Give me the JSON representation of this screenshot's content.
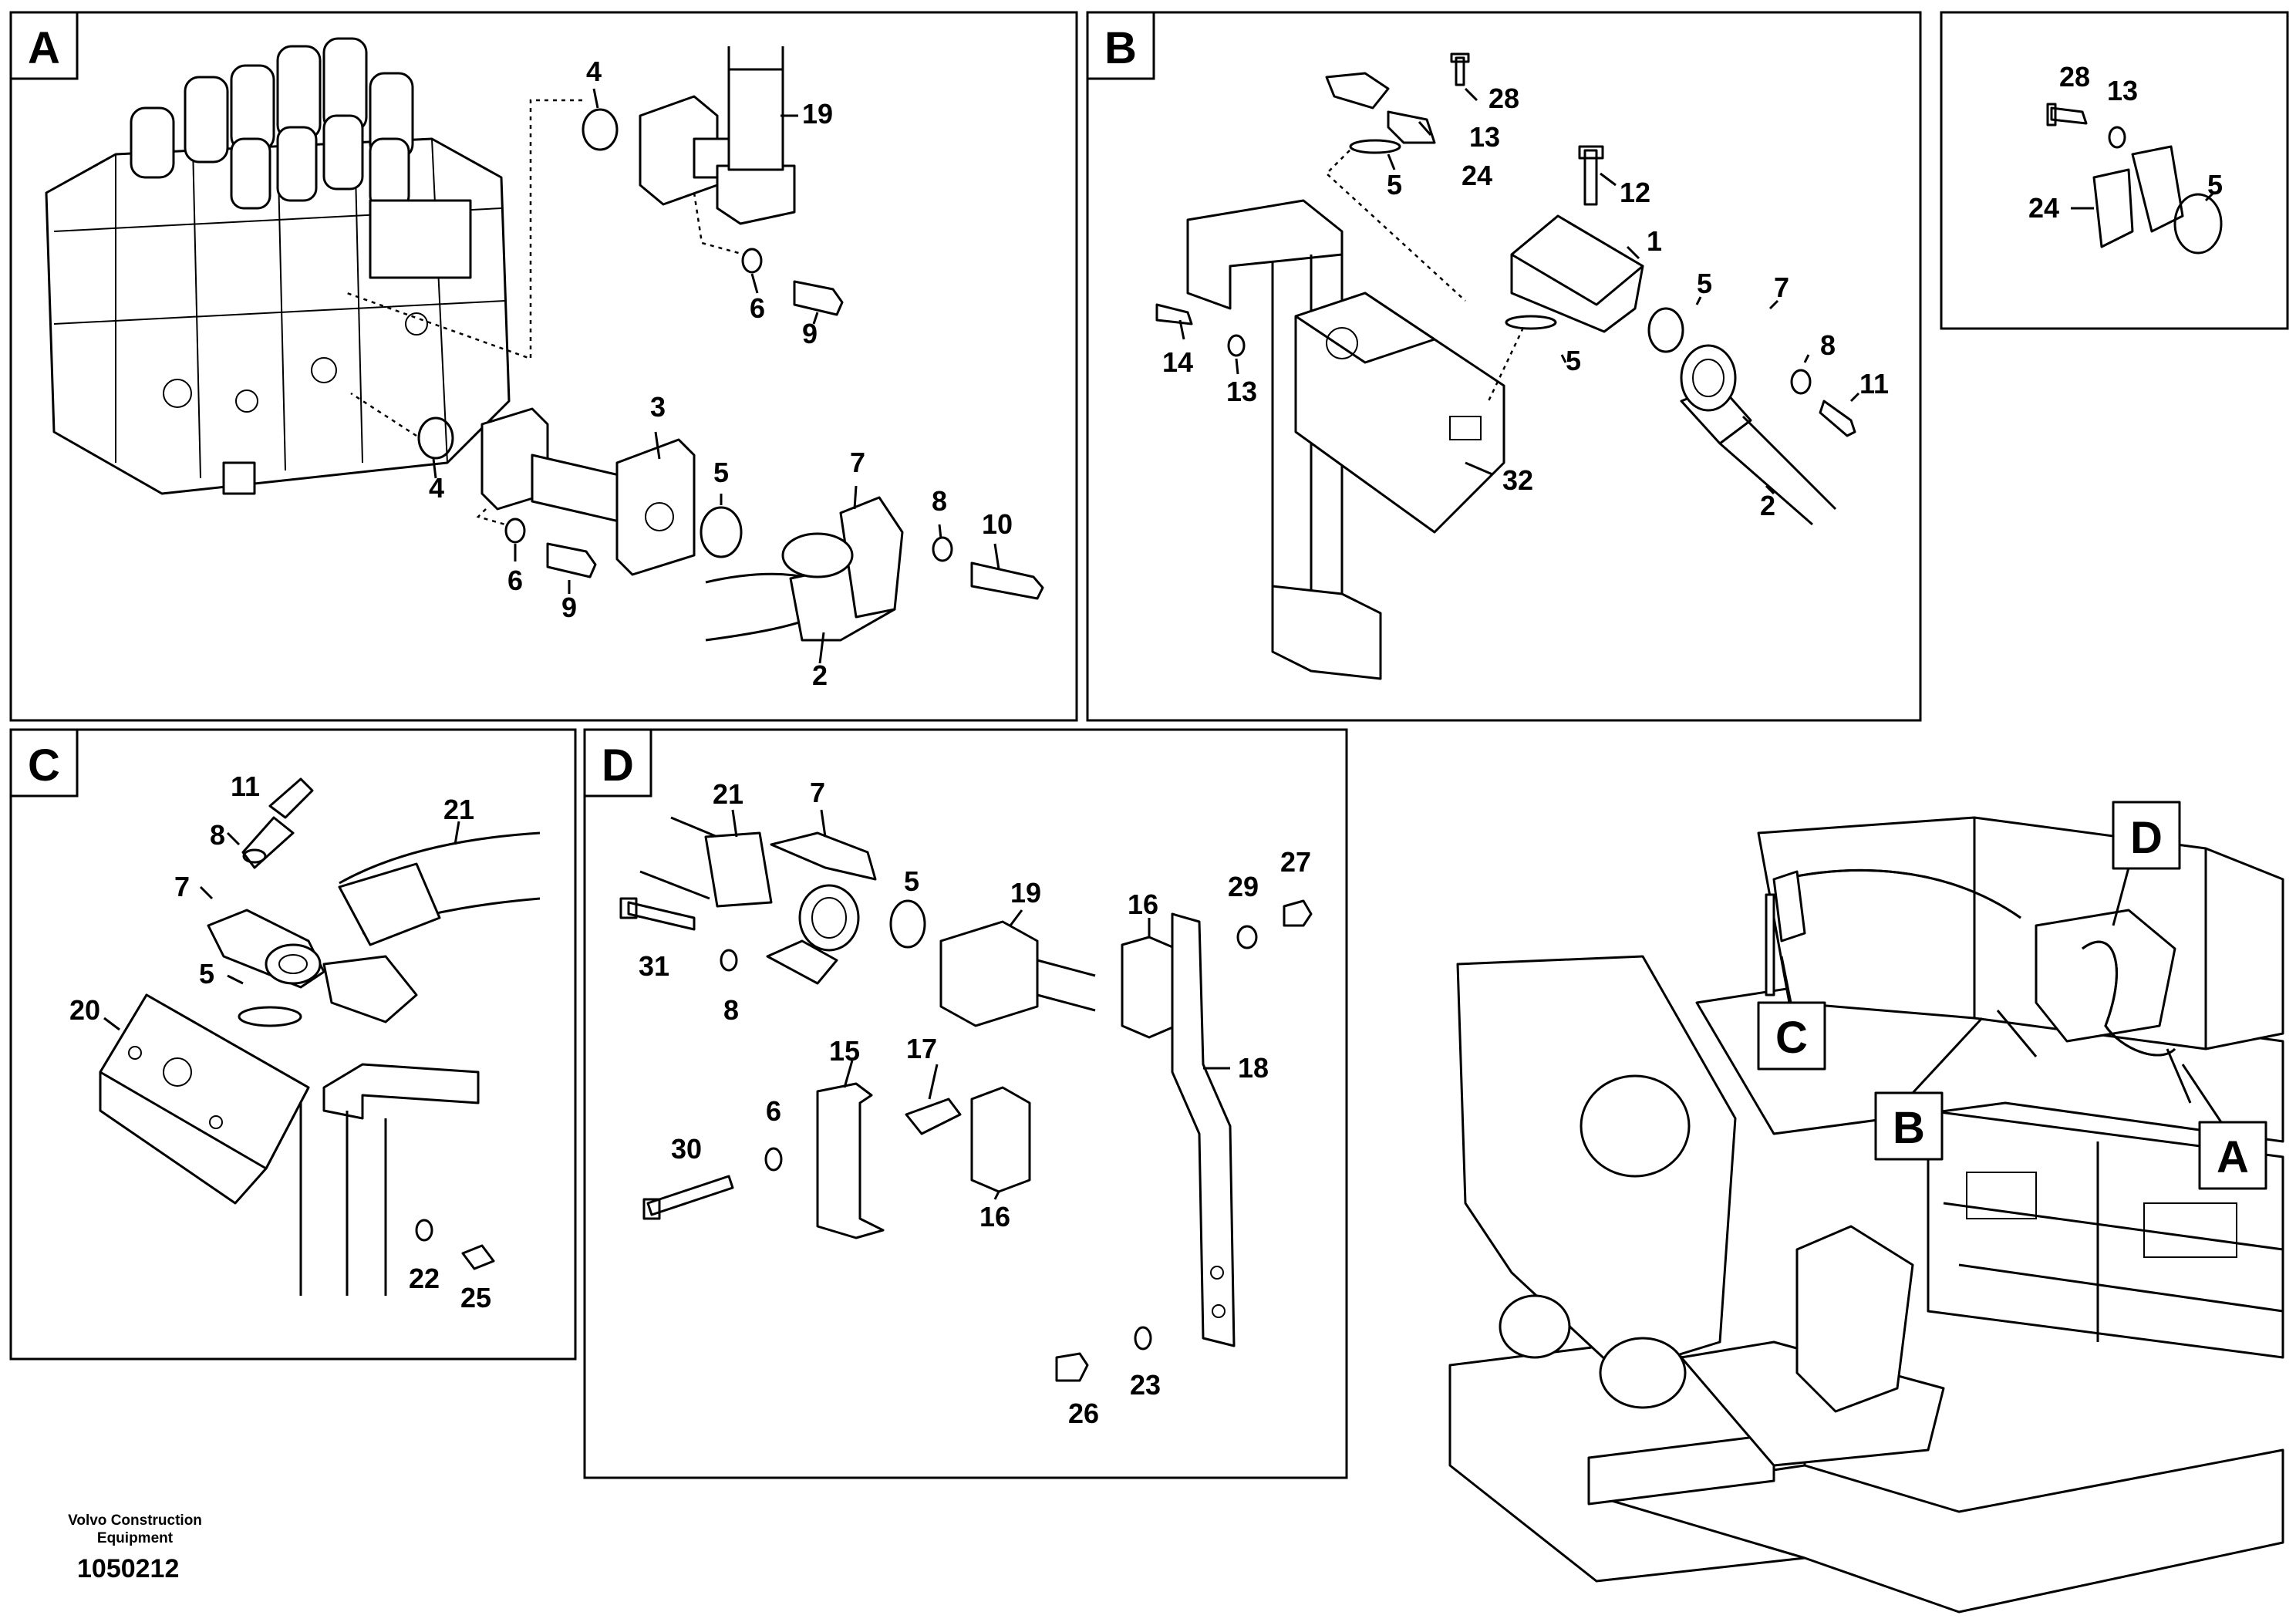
{
  "panels": {
    "A": {
      "tag": "A",
      "callouts": [
        "4",
        "19",
        "6",
        "9",
        "3",
        "4",
        "5",
        "7",
        "8",
        "10",
        "6",
        "9",
        "2"
      ]
    },
    "B": {
      "tag": "B",
      "callouts": [
        "28",
        "13",
        "24",
        "5",
        "12",
        "1",
        "5",
        "7",
        "8",
        "11",
        "14",
        "13",
        "5",
        "32",
        "2"
      ]
    },
    "inset": {
      "callouts": [
        "28",
        "13",
        "24",
        "5"
      ]
    },
    "C": {
      "tag": "C",
      "callouts": [
        "11",
        "21",
        "8",
        "7",
        "5",
        "20",
        "22",
        "25"
      ]
    },
    "D": {
      "tag": "D",
      "callouts": [
        "21",
        "7",
        "5",
        "19",
        "16",
        "29",
        "27",
        "31",
        "8",
        "15",
        "17",
        "18",
        "6",
        "16",
        "30",
        "26",
        "23"
      ]
    },
    "overview": {
      "tags": [
        "D",
        "C",
        "B",
        "A"
      ]
    }
  },
  "footer": {
    "company_line1": "Volvo Construction",
    "company_line2": "Equipment",
    "drawing_number": "1050212"
  }
}
